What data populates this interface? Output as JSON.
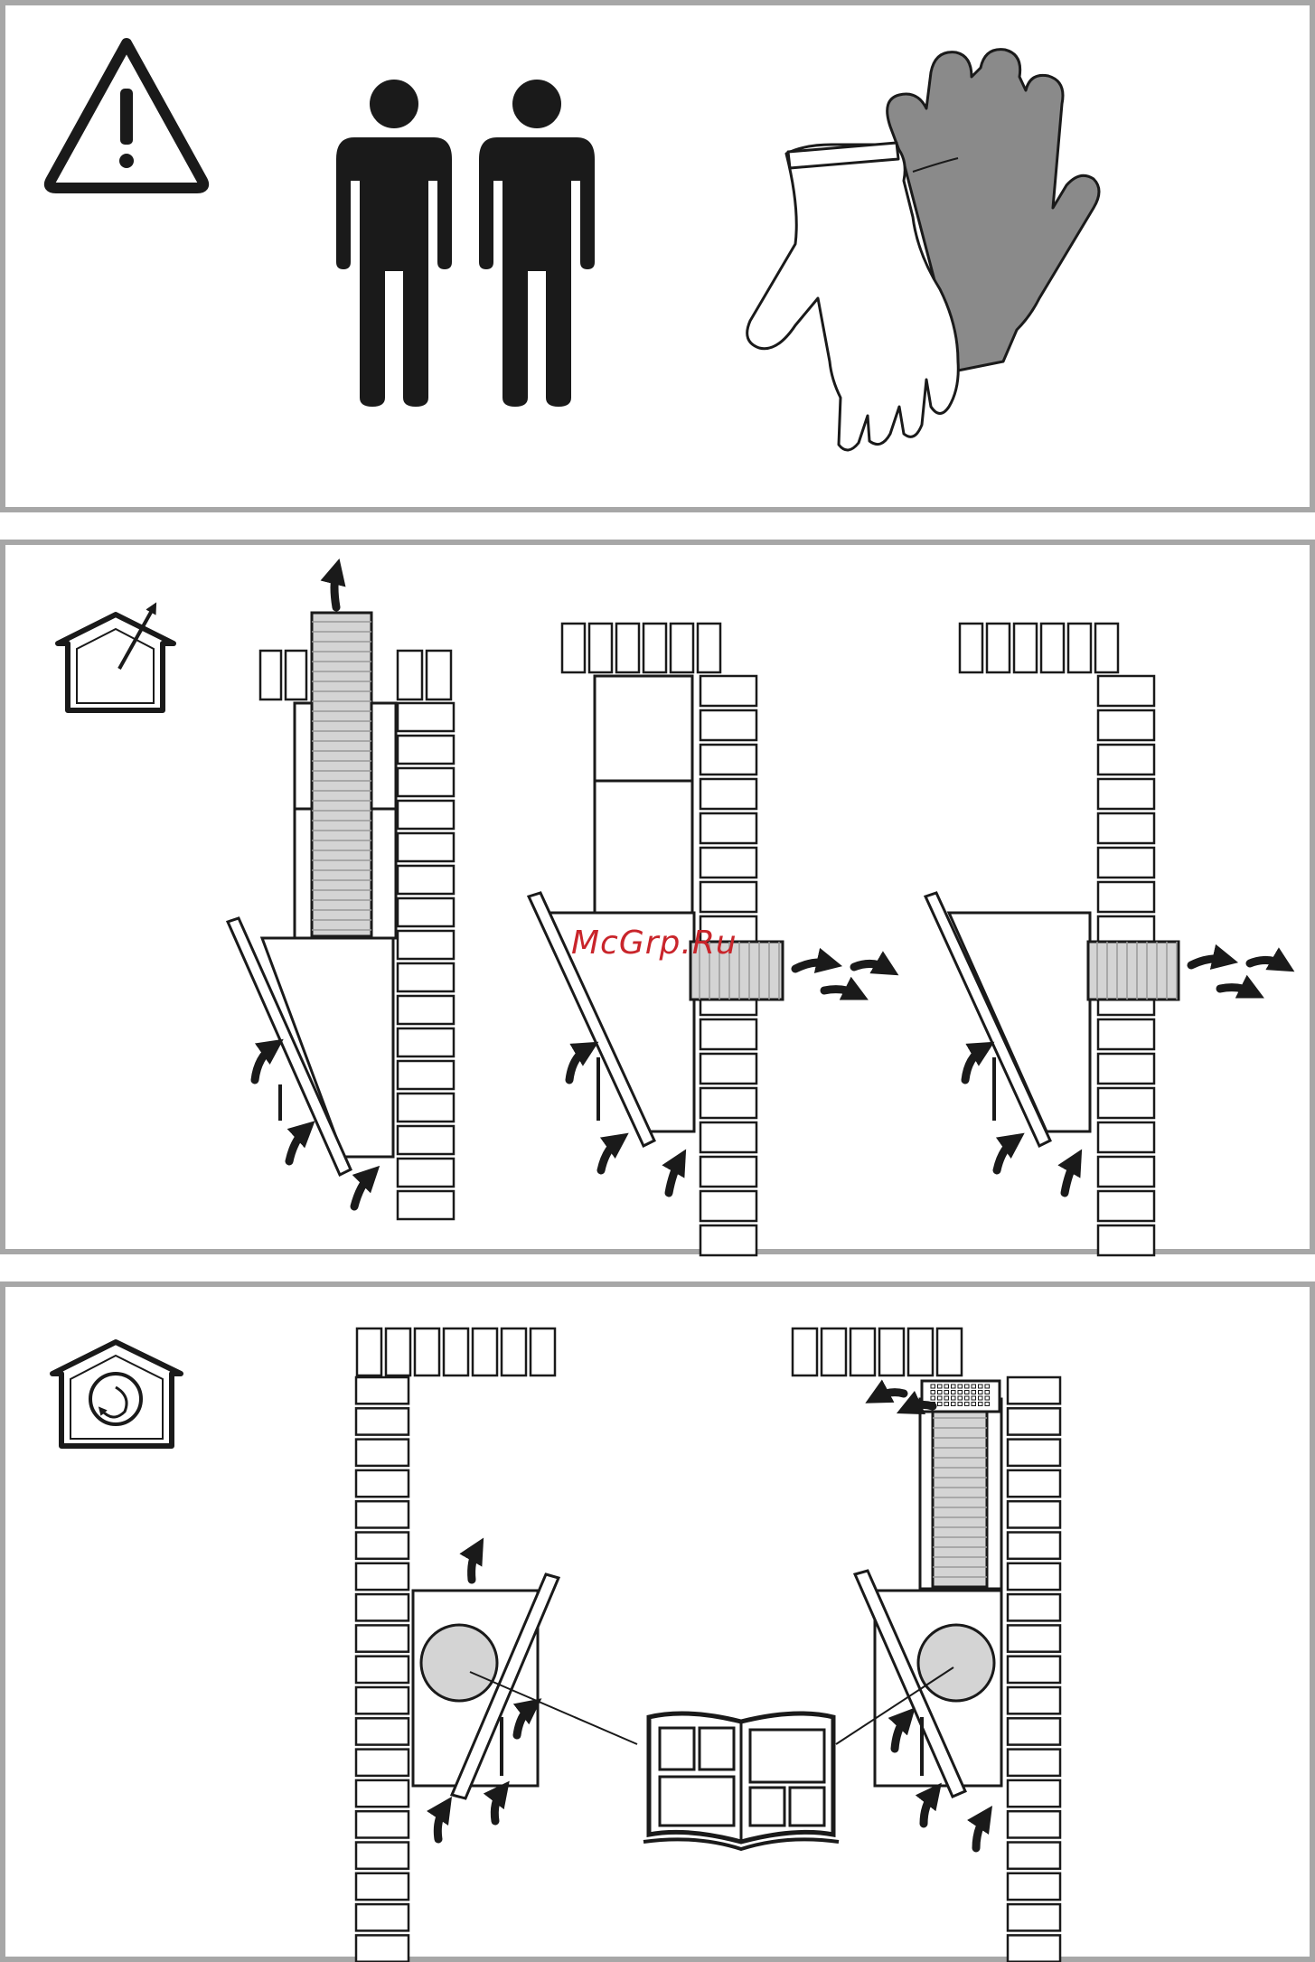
{
  "colors": {
    "frame": "#a7a7a7",
    "ink": "#1a1a1a",
    "fill_light": "#d4d4d4",
    "glove_dark": "#8a8a8a",
    "watermark": "#c9252b"
  },
  "panels": [
    {
      "id": "safety",
      "icons": [
        "warning-triangle-icon",
        "two-persons-icon",
        "protective-gloves-icon"
      ]
    },
    {
      "id": "extraction-mode",
      "icons": [
        "house-exhaust-icon"
      ],
      "variants": [
        "chimney-duct",
        "wall-outlet-duct",
        "wall-outlet-direct"
      ]
    },
    {
      "id": "recirculation-mode",
      "icons": [
        "house-recirculation-icon",
        "manual-book-icon"
      ],
      "variants": [
        "filter-only",
        "filter-with-chimney-vent"
      ]
    }
  ],
  "watermark": {
    "text": "McGrp.Ru"
  }
}
